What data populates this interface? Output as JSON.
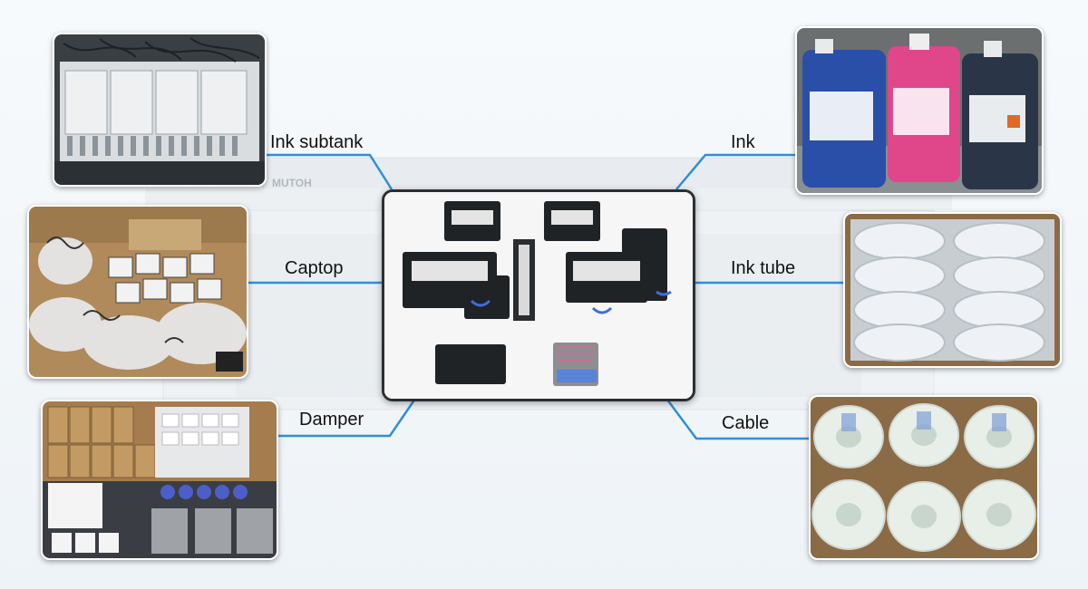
{
  "labels": {
    "ink_subtank": "Ink subtank",
    "captop": "Captop",
    "damper": "Damper",
    "ink": "Ink",
    "ink_tube": "Ink tube",
    "cable": "Cable"
  },
  "printer_brand": "MUTOH",
  "colors": {
    "connector": "#2f8fd8",
    "frame_dark": "#2a2f33",
    "ink_blue": "#2a4fa8",
    "ink_magenta": "#e0468a",
    "ink_black": "#2a3648",
    "cardboard": "#a47c4e"
  }
}
